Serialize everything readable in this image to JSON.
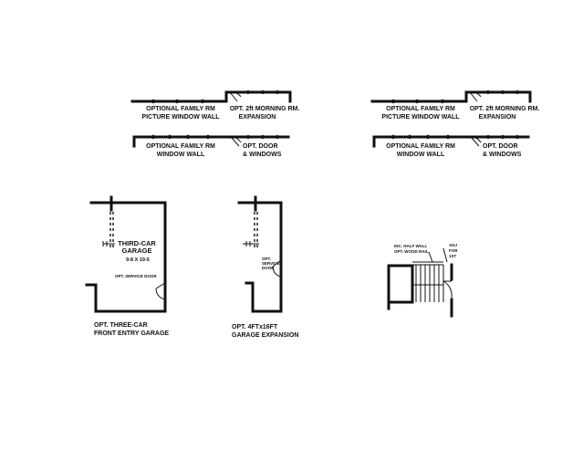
{
  "top_left": {
    "family_picture_wall": {
      "line1": "OPTIONAL FAMILY RM",
      "line2": "PICTURE WINDOW WALL"
    },
    "morning_rm": {
      "line1": "OPT. 2ft MORNING RM.",
      "line2": "EXPANSION"
    },
    "family_window_wall": {
      "line1": "OPTIONAL FAMILY RM",
      "line2": "WINDOW WALL"
    },
    "door_windows": {
      "line1": "OPT. DOOR",
      "line2": "& WINDOWS"
    }
  },
  "top_right": {
    "family_picture_wall": {
      "line1": "OPTIONAL FAMILY RM",
      "line2": "PICTURE WINDOW WALL"
    },
    "morning_rm": {
      "line1": "OPT. 2ft MORNING RM.",
      "line2": "EXPANSION"
    },
    "family_window_wall": {
      "line1": "OPTIONAL FAMILY RM",
      "line2": "WINDOW WALL"
    },
    "door_windows": {
      "line1": "OPT. DOOR",
      "line2": "& WINDOWS"
    }
  },
  "garage": {
    "room_line1": "THIRD-CAR",
    "room_line2": "GARAGE",
    "room_dims": "9-8 X 19-5",
    "service_door": "OPT. SERVICE DOOR",
    "caption_line1": "OPT. THREE-CAR",
    "caption_line2": "FRONT ENTRY GARAGE"
  },
  "garage_expansion": {
    "service_door_line1": "OPT.",
    "service_door_line2": "SERVICE",
    "service_door_line3": "DOOR",
    "caption_line1": "OPT. 4FTx16FT",
    "caption_line2": "GARAGE EXPANSION"
  },
  "stair": {
    "half_wall_line1": "INC. HALF WALL",
    "half_wall_line2": "OPT. WOOD RAIL",
    "adj_line1": "ADJ",
    "adj_line2": "FOR",
    "adj_line3": "1ST"
  }
}
